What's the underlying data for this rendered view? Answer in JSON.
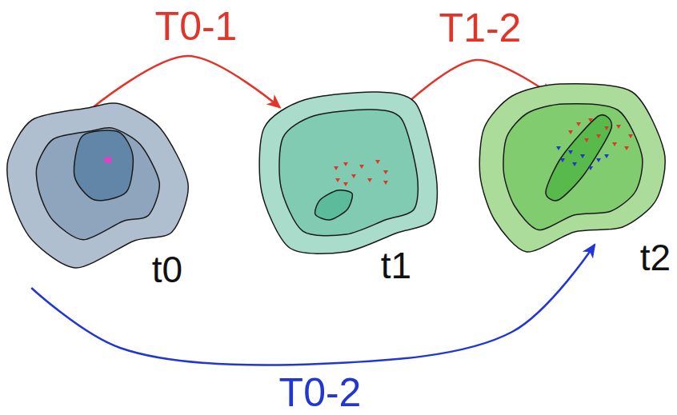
{
  "diagram": {
    "nodes": [
      {
        "text": [
          "t0"
        ]
      },
      {
        "text": [
          "t1"
        ]
      },
      {
        "text": [
          "t2"
        ]
      }
    ],
    "edges": [
      {
        "from": 0,
        "to": 1,
        "arrow": "to",
        "label": "T0-1"
      },
      {
        "from": 1,
        "to": 2,
        "arrow": "to",
        "label": "T1-2"
      },
      {
        "from": 0,
        "to": 2,
        "arrow": "to",
        "label": "T0-2"
      }
    ]
  }
}
